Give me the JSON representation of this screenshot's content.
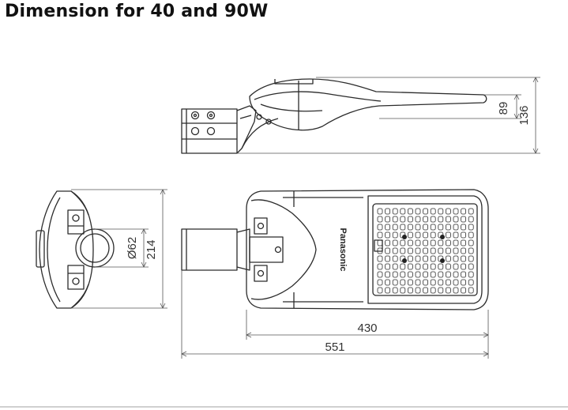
{
  "title": "Dimension for 40 and 90W",
  "dimensions": {
    "side_arm_height": "89",
    "side_total_height": "136",
    "pole_diameter": "Ø62",
    "end_height": "214",
    "body_length": "430",
    "total_length": "551"
  },
  "brand_label": "Panasonic",
  "colors": {
    "line": "#2b2b2b",
    "dim_line": "#555555",
    "background": "#ffffff"
  }
}
